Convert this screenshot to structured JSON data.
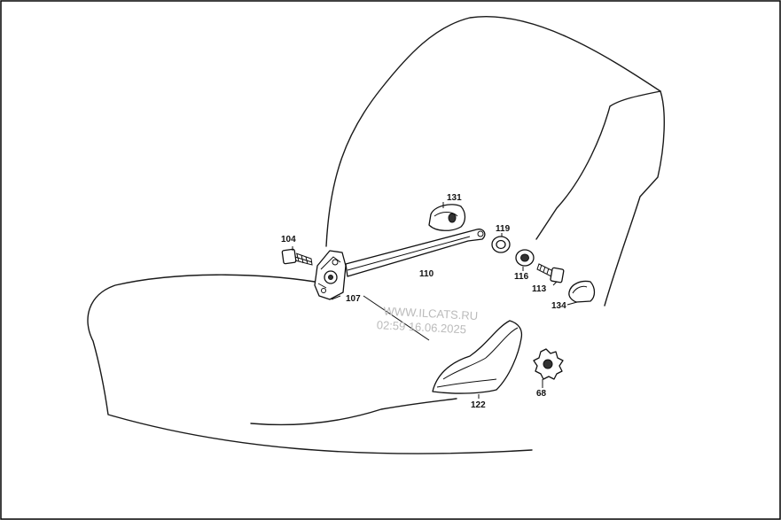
{
  "diagram": {
    "part_labels": {
      "p104": "104",
      "p107": "107",
      "p110": "110",
      "p131": "131",
      "p119": "119",
      "p116": "116",
      "p113": "113",
      "p134": "134",
      "p122": "122",
      "p68": "68"
    },
    "watermark": {
      "line1": "WWW.ILCATS.RU",
      "line2": "02:59 16.06.2025"
    }
  }
}
